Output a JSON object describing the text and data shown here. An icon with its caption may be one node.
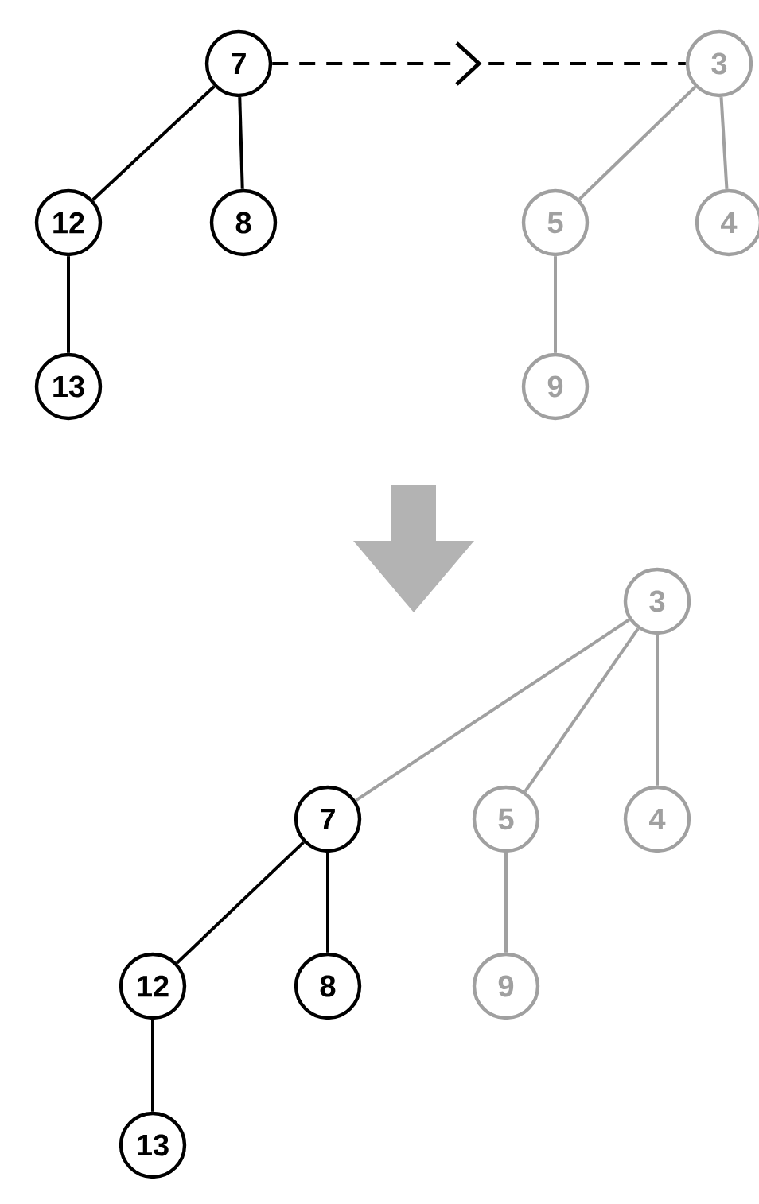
{
  "diagram": {
    "nodes": [
      {
        "text": [
          "7"
        ]
      },
      {
        "text": [
          "12"
        ]
      },
      {
        "text": [
          "8"
        ]
      },
      {
        "text": [
          "13"
        ]
      },
      {
        "text": [
          "3"
        ]
      },
      {
        "text": [
          "5"
        ]
      },
      {
        "text": [
          "4"
        ]
      },
      {
        "text": [
          "9"
        ]
      },
      {
        "text": [
          "3"
        ]
      },
      {
        "text": [
          "7"
        ]
      },
      {
        "text": [
          "5"
        ]
      },
      {
        "text": [
          "4"
        ]
      },
      {
        "text": [
          "12"
        ]
      },
      {
        "text": [
          "8"
        ]
      },
      {
        "text": [
          "9"
        ]
      },
      {
        "text": [
          "13"
        ]
      }
    ],
    "edges": [
      {
        "from": 0,
        "to": 1,
        "arrow": "none"
      },
      {
        "from": 0,
        "to": 2,
        "arrow": "none"
      },
      {
        "from": 1,
        "to": 3,
        "arrow": "none"
      },
      {
        "from": 0,
        "to": 4,
        "arrow": "to",
        "style": "dashed"
      },
      {
        "from": 4,
        "to": 5,
        "arrow": "none",
        "color": "#a0a0a0"
      },
      {
        "from": 4,
        "to": 6,
        "arrow": "none",
        "color": "#a0a0a0"
      },
      {
        "from": 5,
        "to": 7,
        "arrow": "none",
        "color": "#a0a0a0"
      },
      {
        "from": 8,
        "to": 9,
        "arrow": "none",
        "color": "#a0a0a0"
      },
      {
        "from": 8,
        "to": 10,
        "arrow": "none",
        "color": "#a0a0a0"
      },
      {
        "from": 8,
        "to": 11,
        "arrow": "none",
        "color": "#a0a0a0"
      },
      {
        "from": 10,
        "to": 14,
        "arrow": "none",
        "color": "#a0a0a0"
      },
      {
        "from": 9,
        "to": 12,
        "arrow": "none"
      },
      {
        "from": 9,
        "to": 13,
        "arrow": "none"
      },
      {
        "from": 12,
        "to": 15,
        "arrow": "none"
      }
    ]
  }
}
